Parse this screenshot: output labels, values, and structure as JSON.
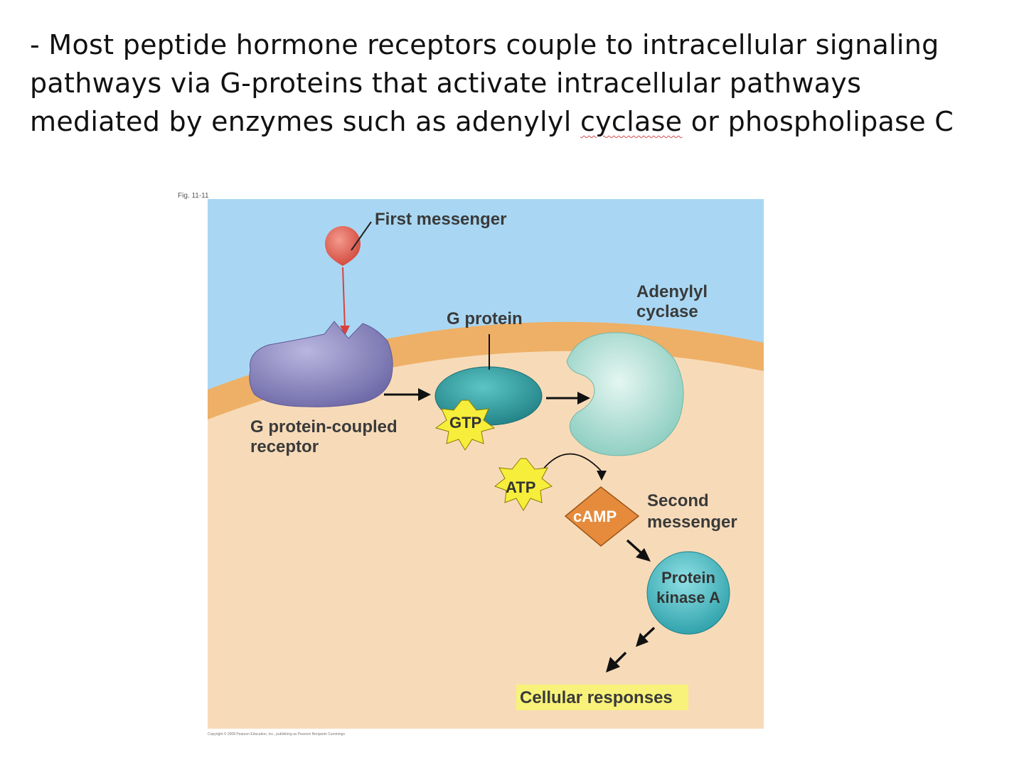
{
  "slide": {
    "line1": "- Most peptide hormone receptors couple to intracellular signaling",
    "line2": "pathways via  G-proteins that activate intracellular pathways",
    "line3_pre": "mediated by enzymes such as adenylyl ",
    "line3_flagged": "cyclase",
    "line3_post": " or phospholipase C"
  },
  "figure": {
    "label": "Fig. 11-11",
    "copyright": "Copyright © 2008 Pearson Education, Inc., publishing as Pearson Benjamin Cummings"
  },
  "diagram": {
    "first_messenger": "First messenger",
    "adenylyl_line1": "Adenylyl",
    "adenylyl_line2": "cyclase",
    "g_protein": "G protein",
    "gpcr_line1": "G protein-coupled",
    "gpcr_line2": "receptor",
    "gtp": "GTP",
    "atp": "ATP",
    "camp": "cAMP",
    "second_line1": "Second",
    "second_line2": "messenger",
    "pka_line1": "Protein",
    "pka_line2": "kinase A",
    "cellular_responses": "Cellular responses"
  },
  "colors": {
    "extracellular": "#a9d7f3",
    "membrane": "#eeb066",
    "cytoplasm": "#f7dbb9",
    "receptor": "#8a86be",
    "g_protein": "#2e9ea1",
    "adenylyl_cyclase": "#a6ddd2",
    "camp": "#e68b3c",
    "burst": "#f6ee3a",
    "responses_highlight": "#f8f27a",
    "ligand": "#e0584b"
  }
}
